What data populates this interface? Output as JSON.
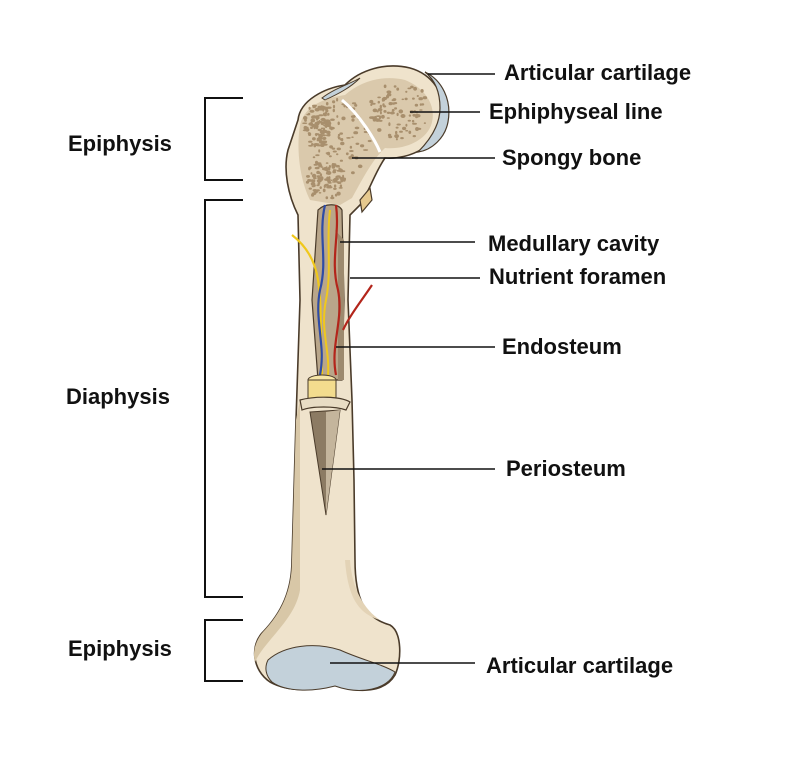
{
  "regions": {
    "top": "Epiphysis",
    "middle": "Diaphysis",
    "bottom": "Epiphysis"
  },
  "parts": {
    "articular_cartilage_top": "Articular cartilage",
    "epiphyseal_line": "Ephiphyseal line",
    "spongy_bone": "Spongy bone",
    "medullary_cavity": "Medullary cavity",
    "nutrient_foramen": "Nutrient foramen",
    "endosteum": "Endosteum",
    "periosteum": "Periosteum",
    "articular_cartilage_bottom": "Articular cartilage"
  },
  "colors": {
    "bone": "#efe3cc",
    "bone_shade": "#d8c7a7",
    "spongy": "#a88f6d",
    "cartilage": "#c3d1da",
    "artery": "#b3251b",
    "vein": "#2e4ba6",
    "nerve": "#f0c81c",
    "marrow": "#f3dc8e"
  }
}
